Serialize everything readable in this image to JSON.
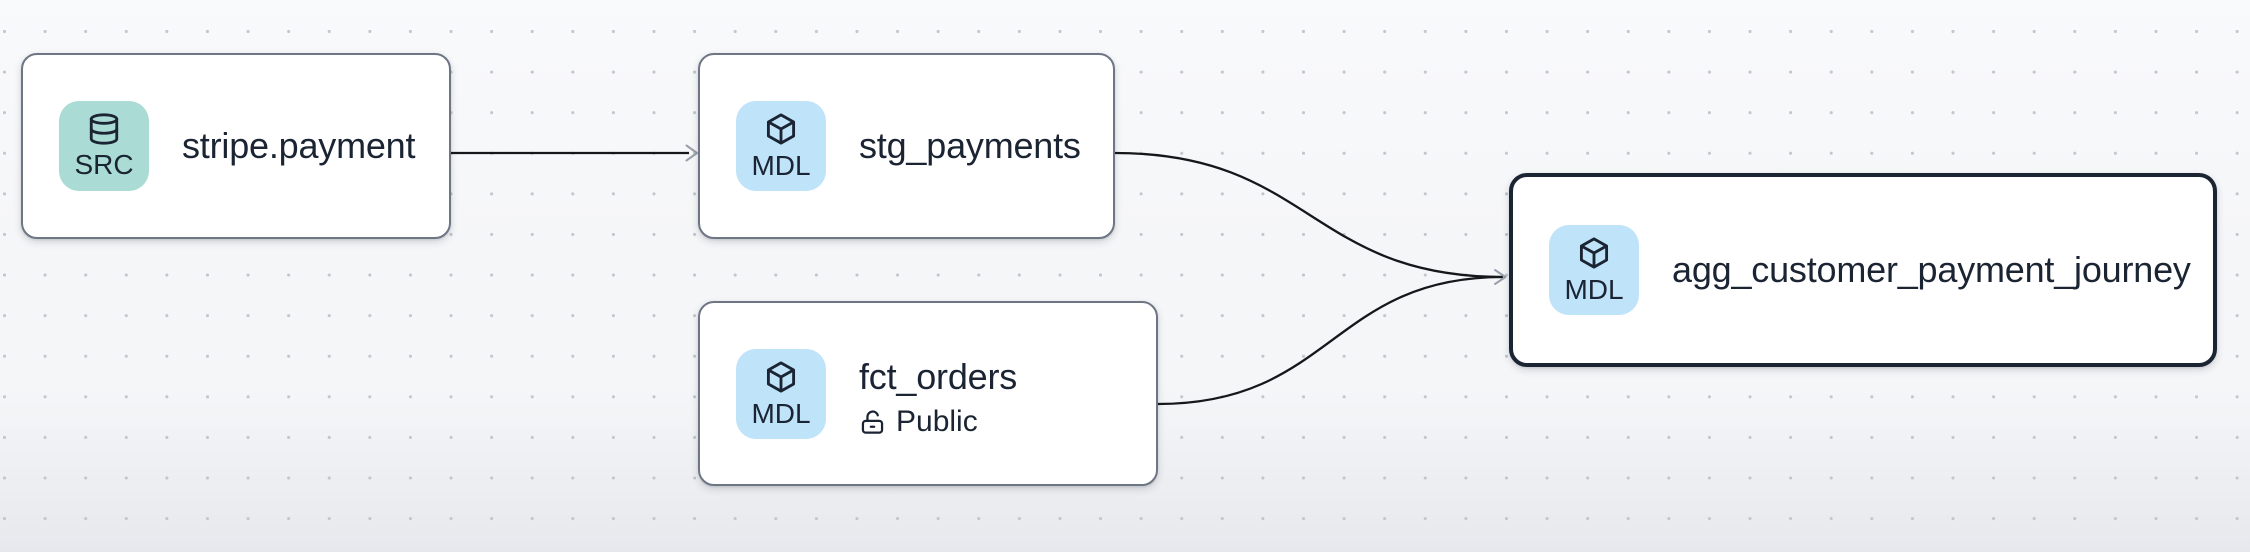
{
  "diagram": {
    "background_color": "#f5f6f8",
    "dot_color": "#c2c6cf",
    "edge_color": "#16171b",
    "arrowhead_color": "#99a0ab",
    "text_color": "#1b2433",
    "node_border_color": "#6e7685",
    "selected_node_border_color": "#1b2433",
    "badge_colors": {
      "SRC": "#aadcd5",
      "MDL": "#bfe3f9"
    }
  },
  "nodes": [
    {
      "title": "stripe.payment",
      "badge": "SRC",
      "icon": "database-icon"
    },
    {
      "title": "stg_payments",
      "badge": "MDL",
      "icon": "cube-icon"
    },
    {
      "title": "fct_orders",
      "badge": "MDL",
      "icon": "cube-icon",
      "visibility": "Public"
    },
    {
      "title": "agg_customer_payment_journey",
      "badge": "MDL",
      "icon": "cube-icon",
      "selected": true
    }
  ],
  "edges": [
    {
      "from": "stripe.payment",
      "to": "stg_payments"
    },
    {
      "from": "stg_payments",
      "to": "agg_customer_payment_journey"
    },
    {
      "from": "fct_orders",
      "to": "agg_customer_payment_journey"
    }
  ]
}
